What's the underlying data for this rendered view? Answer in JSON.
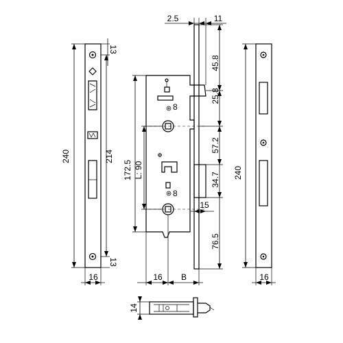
{
  "dimensions": {
    "top_2_5": "2.5",
    "top_11": "11",
    "left_13_top": "13",
    "left_13_bottom": "13",
    "left_240": "240",
    "left_214": "214",
    "left_16": "16",
    "mid_172_5": "172.5",
    "mid_L90": "L: 90",
    "mid_8_top": "8",
    "mid_8_bottom": "8",
    "mid_16": "16",
    "mid_B": "B",
    "right_45_8": "45.8",
    "right_25_8": "25.8",
    "right_57_2": "57.2",
    "right_34_7": "34.7",
    "right_15": "15",
    "right_76_5": "76.5",
    "far_240": "240",
    "far_16": "16",
    "bottom_14": "14"
  }
}
